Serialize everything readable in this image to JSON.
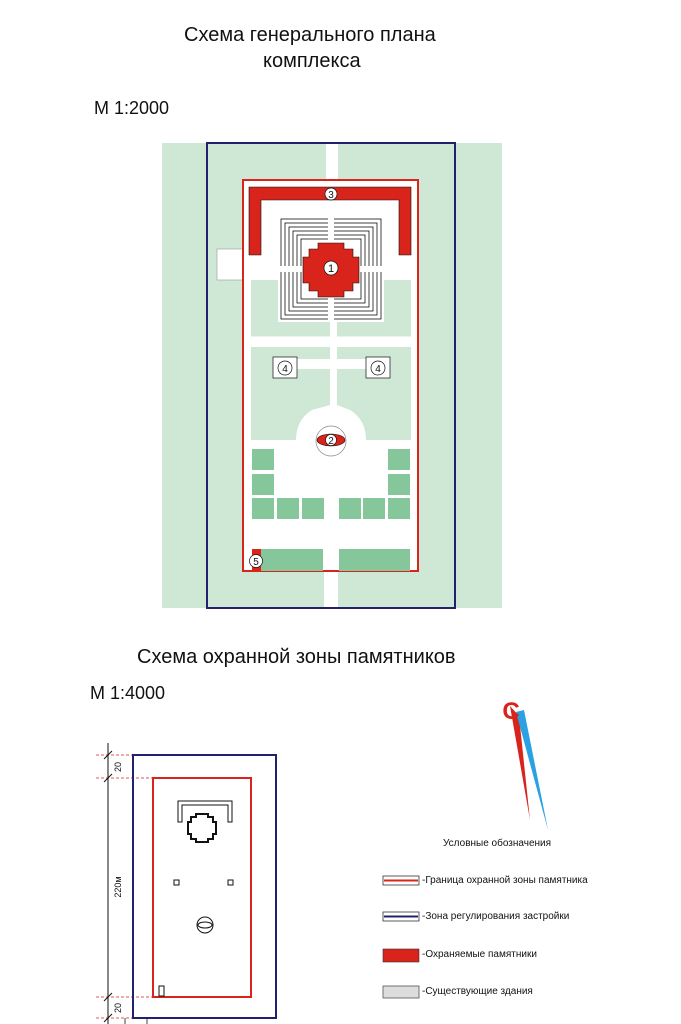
{
  "plan": {
    "title_line1": "Схема генерального плана",
    "title_line2": "комплекса",
    "scale": "М 1:2000",
    "markers": [
      "1",
      "2",
      "3",
      "4",
      "4",
      "5"
    ]
  },
  "zone": {
    "title": "Схема охранной зоны памятников",
    "scale": "М 1:4000",
    "dim_top": "20",
    "dim_middle": "220м",
    "dim_bottom": "20"
  },
  "north": {
    "letter": "С"
  },
  "legend": {
    "title": "Условные обозначения",
    "items": [
      {
        "label": "-Граница охранной зоны памятника"
      },
      {
        "label": "-Зона регулирования застройки"
      },
      {
        "label": "-Охраняемые памятники"
      },
      {
        "label": "-Существующие здания"
      }
    ]
  },
  "colors": {
    "green": "#cfe8d6",
    "dark_green": "#85c79b",
    "red": "#d9241b",
    "navy": "#23206e",
    "gray": "#dddddd"
  }
}
